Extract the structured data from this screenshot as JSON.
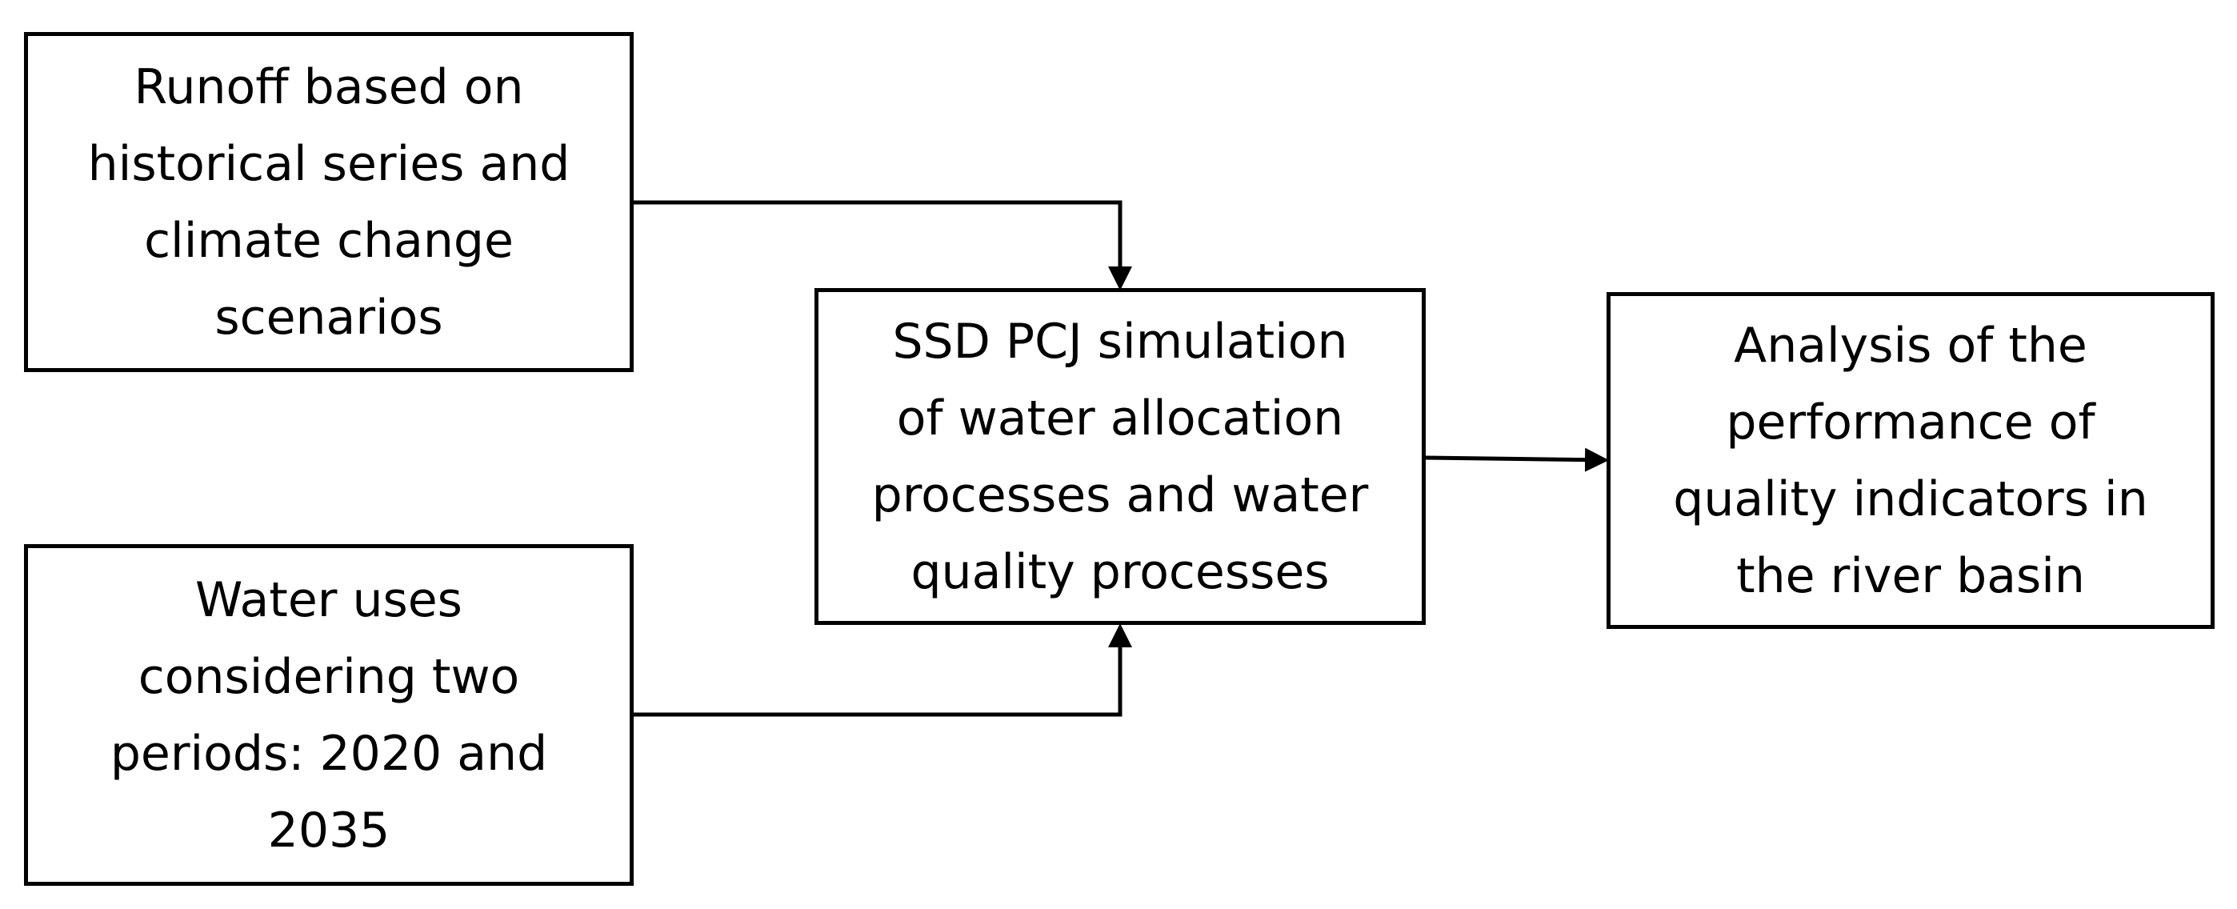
{
  "diagram": {
    "nodes": {
      "runoff": {
        "lines": [
          "Runoff based on",
          "historical series and",
          "climate change",
          "scenarios"
        ]
      },
      "uses": {
        "lines": [
          "Water uses",
          "considering two",
          "periods: 2020 and",
          "2035"
        ]
      },
      "ssd": {
        "lines": [
          "SSD PCJ simulation",
          "of water allocation",
          "processes and water",
          "quality processes"
        ]
      },
      "analysis": {
        "lines": [
          "Analysis of the",
          "performance of",
          "quality indicators in",
          "the river basin"
        ]
      }
    },
    "edges": [
      {
        "from": "runoff",
        "to": "ssd"
      },
      {
        "from": "uses",
        "to": "ssd"
      },
      {
        "from": "ssd",
        "to": "analysis"
      }
    ],
    "colors": {
      "stroke": "#000000",
      "fill": "#ffffff",
      "text": "#000000"
    }
  }
}
